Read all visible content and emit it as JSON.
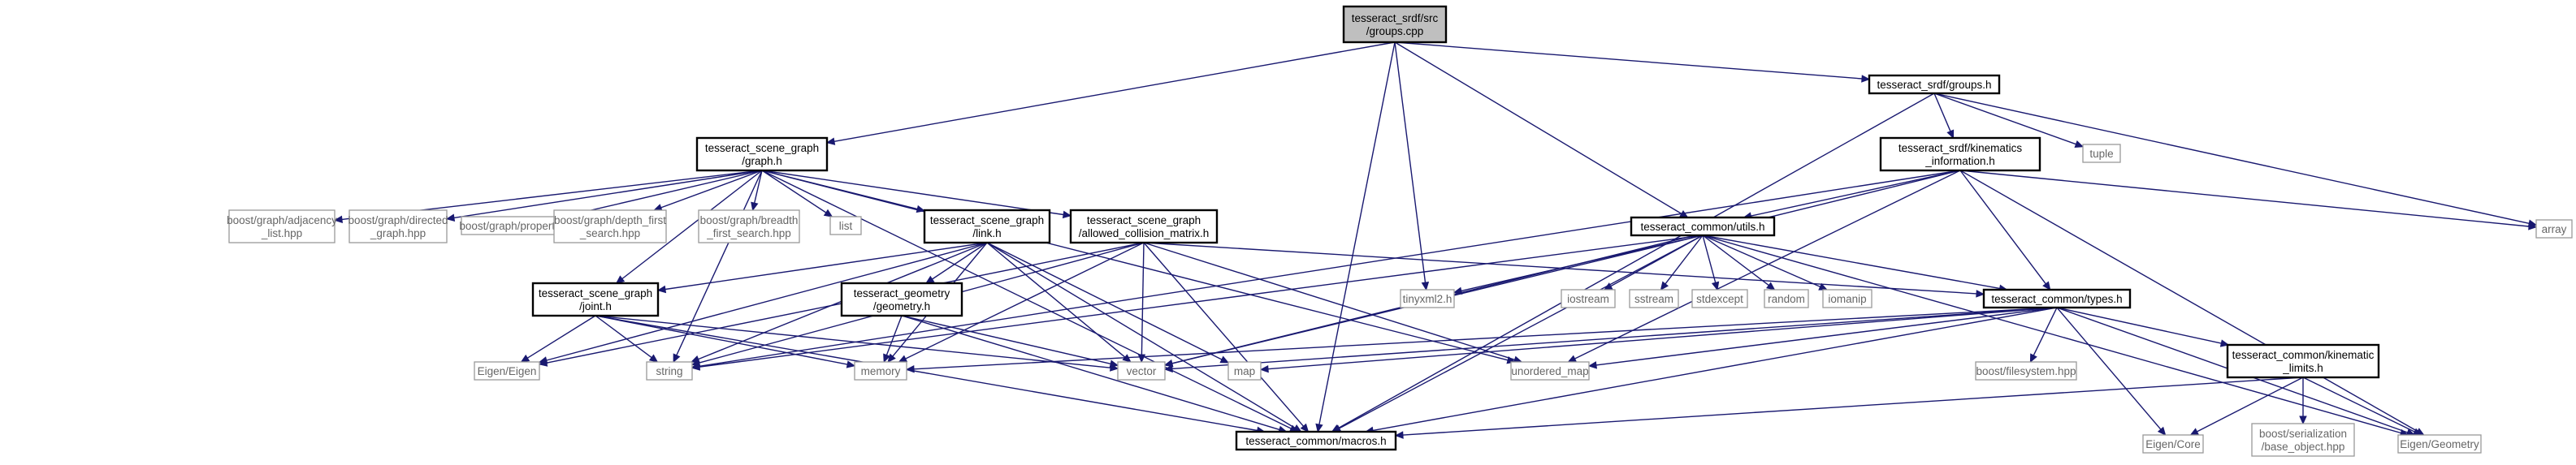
{
  "graph_title": "",
  "nodes": [
    {
      "id": "groups_cpp",
      "lines": [
        "tesseract_srdf/src",
        "/groups.cpp"
      ],
      "kind": "focus"
    },
    {
      "id": "groups_h",
      "lines": [
        "tesseract_srdf/groups.h"
      ],
      "kind": "main"
    },
    {
      "id": "graph_h",
      "lines": [
        "tesseract_scene_graph",
        "/graph.h"
      ],
      "kind": "main"
    },
    {
      "id": "kin_info",
      "lines": [
        "tesseract_srdf/kinematics",
        "_information.h"
      ],
      "kind": "main"
    },
    {
      "id": "link_h",
      "lines": [
        "tesseract_scene_graph",
        "/link.h"
      ],
      "kind": "main"
    },
    {
      "id": "acm_h",
      "lines": [
        "tesseract_scene_graph",
        "/allowed_collision_matrix.h"
      ],
      "kind": "main"
    },
    {
      "id": "utils_h",
      "lines": [
        "tesseract_common/utils.h"
      ],
      "kind": "main"
    },
    {
      "id": "joint_h",
      "lines": [
        "tesseract_scene_graph",
        "/joint.h"
      ],
      "kind": "main"
    },
    {
      "id": "geometry_h",
      "lines": [
        "tesseract_geometry",
        "/geometry.h"
      ],
      "kind": "main"
    },
    {
      "id": "types_h",
      "lines": [
        "tesseract_common/types.h"
      ],
      "kind": "main"
    },
    {
      "id": "kin_limits",
      "lines": [
        "tesseract_common/kinematic",
        "_limits.h"
      ],
      "kind": "main"
    },
    {
      "id": "macros_h",
      "lines": [
        "tesseract_common/macros.h"
      ],
      "kind": "main"
    },
    {
      "id": "tuple",
      "lines": [
        "tuple"
      ],
      "kind": "ext"
    },
    {
      "id": "array",
      "lines": [
        "array"
      ],
      "kind": "ext"
    },
    {
      "id": "adjacency",
      "lines": [
        "boost/graph/adjacency",
        "_list.hpp"
      ],
      "kind": "ext"
    },
    {
      "id": "directed",
      "lines": [
        "boost/graph/directed",
        "_graph.hpp"
      ],
      "kind": "ext"
    },
    {
      "id": "properties",
      "lines": [
        "boost/graph/properties.hpp"
      ],
      "kind": "ext"
    },
    {
      "id": "dfs",
      "lines": [
        "boost/graph/depth_first",
        "_search.hpp"
      ],
      "kind": "ext"
    },
    {
      "id": "bfs",
      "lines": [
        "boost/graph/breadth",
        "_first_search.hpp"
      ],
      "kind": "ext"
    },
    {
      "id": "list",
      "lines": [
        "list"
      ],
      "kind": "ext"
    },
    {
      "id": "tinyxml2",
      "lines": [
        "tinyxml2.h"
      ],
      "kind": "ext"
    },
    {
      "id": "iostream",
      "lines": [
        "iostream"
      ],
      "kind": "ext"
    },
    {
      "id": "sstream",
      "lines": [
        "sstream"
      ],
      "kind": "ext"
    },
    {
      "id": "stdexcept",
      "lines": [
        "stdexcept"
      ],
      "kind": "ext"
    },
    {
      "id": "random",
      "lines": [
        "random"
      ],
      "kind": "ext"
    },
    {
      "id": "iomanip",
      "lines": [
        "iomanip"
      ],
      "kind": "ext"
    },
    {
      "id": "eigen_eigen",
      "lines": [
        "Eigen/Eigen"
      ],
      "kind": "ext"
    },
    {
      "id": "string",
      "lines": [
        "string"
      ],
      "kind": "ext"
    },
    {
      "id": "memory",
      "lines": [
        "memory"
      ],
      "kind": "ext"
    },
    {
      "id": "vector",
      "lines": [
        "vector"
      ],
      "kind": "ext"
    },
    {
      "id": "map",
      "lines": [
        "map"
      ],
      "kind": "ext"
    },
    {
      "id": "unordered_map",
      "lines": [
        "unordered_map"
      ],
      "kind": "ext"
    },
    {
      "id": "boost_fs",
      "lines": [
        "boost/filesystem.hpp"
      ],
      "kind": "ext"
    },
    {
      "id": "eigen_core",
      "lines": [
        "Eigen/Core"
      ],
      "kind": "ext"
    },
    {
      "id": "boost_ser",
      "lines": [
        "boost/serialization",
        "/base_object.hpp"
      ],
      "kind": "ext"
    },
    {
      "id": "eigen_geom",
      "lines": [
        "Eigen/Geometry"
      ],
      "kind": "ext"
    }
  ],
  "edges": [
    [
      "groups_cpp",
      "graph_h"
    ],
    [
      "groups_cpp",
      "groups_h"
    ],
    [
      "groups_cpp",
      "utils_h"
    ],
    [
      "groups_cpp",
      "tinyxml2"
    ],
    [
      "groups_cpp",
      "macros_h"
    ],
    [
      "groups_h",
      "kin_info"
    ],
    [
      "groups_h",
      "tuple"
    ],
    [
      "groups_h",
      "array"
    ],
    [
      "groups_h",
      "macros_h"
    ],
    [
      "graph_h",
      "adjacency"
    ],
    [
      "graph_h",
      "directed"
    ],
    [
      "graph_h",
      "properties"
    ],
    [
      "graph_h",
      "dfs"
    ],
    [
      "graph_h",
      "bfs"
    ],
    [
      "graph_h",
      "list"
    ],
    [
      "graph_h",
      "link_h"
    ],
    [
      "graph_h",
      "acm_h"
    ],
    [
      "graph_h",
      "joint_h"
    ],
    [
      "graph_h",
      "string"
    ],
    [
      "graph_h",
      "unordered_map"
    ],
    [
      "graph_h",
      "macros_h"
    ],
    [
      "kin_info",
      "utils_h"
    ],
    [
      "kin_info",
      "types_h"
    ],
    [
      "kin_info",
      "vector"
    ],
    [
      "kin_info",
      "array"
    ],
    [
      "kin_info",
      "unordered_map"
    ],
    [
      "kin_info",
      "eigen_geom"
    ],
    [
      "kin_info",
      "string"
    ],
    [
      "link_h",
      "joint_h"
    ],
    [
      "link_h",
      "geometry_h"
    ],
    [
      "link_h",
      "eigen_eigen"
    ],
    [
      "link_h",
      "string"
    ],
    [
      "link_h",
      "memory"
    ],
    [
      "link_h",
      "vector"
    ],
    [
      "link_h",
      "map"
    ],
    [
      "link_h",
      "macros_h"
    ],
    [
      "acm_h",
      "types_h"
    ],
    [
      "acm_h",
      "eigen_eigen"
    ],
    [
      "acm_h",
      "string"
    ],
    [
      "acm_h",
      "memory"
    ],
    [
      "acm_h",
      "vector"
    ],
    [
      "acm_h",
      "unordered_map"
    ],
    [
      "acm_h",
      "macros_h"
    ],
    [
      "utils_h",
      "types_h"
    ],
    [
      "utils_h",
      "tinyxml2"
    ],
    [
      "utils_h",
      "iostream"
    ],
    [
      "utils_h",
      "sstream"
    ],
    [
      "utils_h",
      "stdexcept"
    ],
    [
      "utils_h",
      "random"
    ],
    [
      "utils_h",
      "iomanip"
    ],
    [
      "utils_h",
      "string"
    ],
    [
      "utils_h",
      "vector"
    ],
    [
      "utils_h",
      "eigen_geom"
    ],
    [
      "utils_h",
      "macros_h"
    ],
    [
      "joint_h",
      "eigen_eigen"
    ],
    [
      "joint_h",
      "string"
    ],
    [
      "joint_h",
      "memory"
    ],
    [
      "joint_h",
      "vector"
    ],
    [
      "joint_h",
      "macros_h"
    ],
    [
      "geometry_h",
      "memory"
    ],
    [
      "geometry_h",
      "vector"
    ],
    [
      "geometry_h",
      "macros_h"
    ],
    [
      "types_h",
      "kin_limits"
    ],
    [
      "types_h",
      "vector"
    ],
    [
      "types_h",
      "memory"
    ],
    [
      "types_h",
      "map"
    ],
    [
      "types_h",
      "unordered_map"
    ],
    [
      "types_h",
      "boost_fs"
    ],
    [
      "types_h",
      "eigen_core"
    ],
    [
      "types_h",
      "eigen_geom"
    ],
    [
      "types_h",
      "macros_h"
    ],
    [
      "kin_limits",
      "eigen_core"
    ],
    [
      "kin_limits",
      "boost_ser"
    ],
    [
      "kin_limits",
      "eigen_geom"
    ],
    [
      "kin_limits",
      "macros_h"
    ]
  ]
}
